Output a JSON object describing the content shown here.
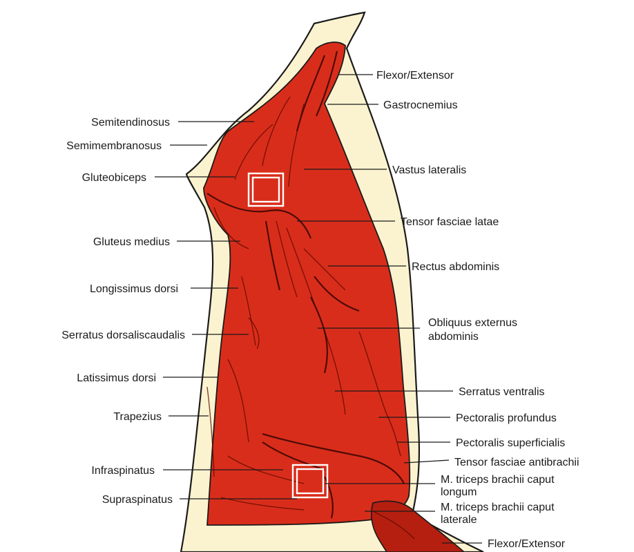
{
  "diagram": {
    "colors": {
      "muscle": "#d92d1b",
      "muscle_shadow": "#8e1406",
      "fat": "#fbf3cf",
      "outline": "#1a1a1a"
    },
    "labels_left": [
      "Semitendinosus",
      "Semimembranosus",
      "Gluteobiceps",
      "Gluteus medius",
      "Longissimus dorsi",
      "Serratus dorsaliscaudalis",
      "Latissimus dorsi",
      "Trapezius",
      "Infraspinatus",
      "Supraspinatus"
    ],
    "labels_right": [
      {
        "line1": "Flexor/Extensor",
        "line2": ""
      },
      {
        "line1": "Gastrocnemius",
        "line2": ""
      },
      {
        "line1": "Vastus lateralis",
        "line2": ""
      },
      {
        "line1": "Tensor fasciae latae",
        "line2": ""
      },
      {
        "line1": "Rectus abdominis",
        "line2": ""
      },
      {
        "line1": "Obliquus externus",
        "line2": "abdominis"
      },
      {
        "line1": "Serratus ventralis",
        "line2": ""
      },
      {
        "line1": "Pectoralis profundus",
        "line2": ""
      },
      {
        "line1": "Pectoralis superficialis",
        "line2": ""
      },
      {
        "line1": "Tensor fasciae antibrachii",
        "line2": ""
      },
      {
        "line1": "M. triceps brachii caput",
        "line2": "longum"
      },
      {
        "line1": "M. triceps brachii caput",
        "line2": "laterale"
      },
      {
        "line1": "Flexor/Extensor",
        "line2": ""
      }
    ]
  }
}
